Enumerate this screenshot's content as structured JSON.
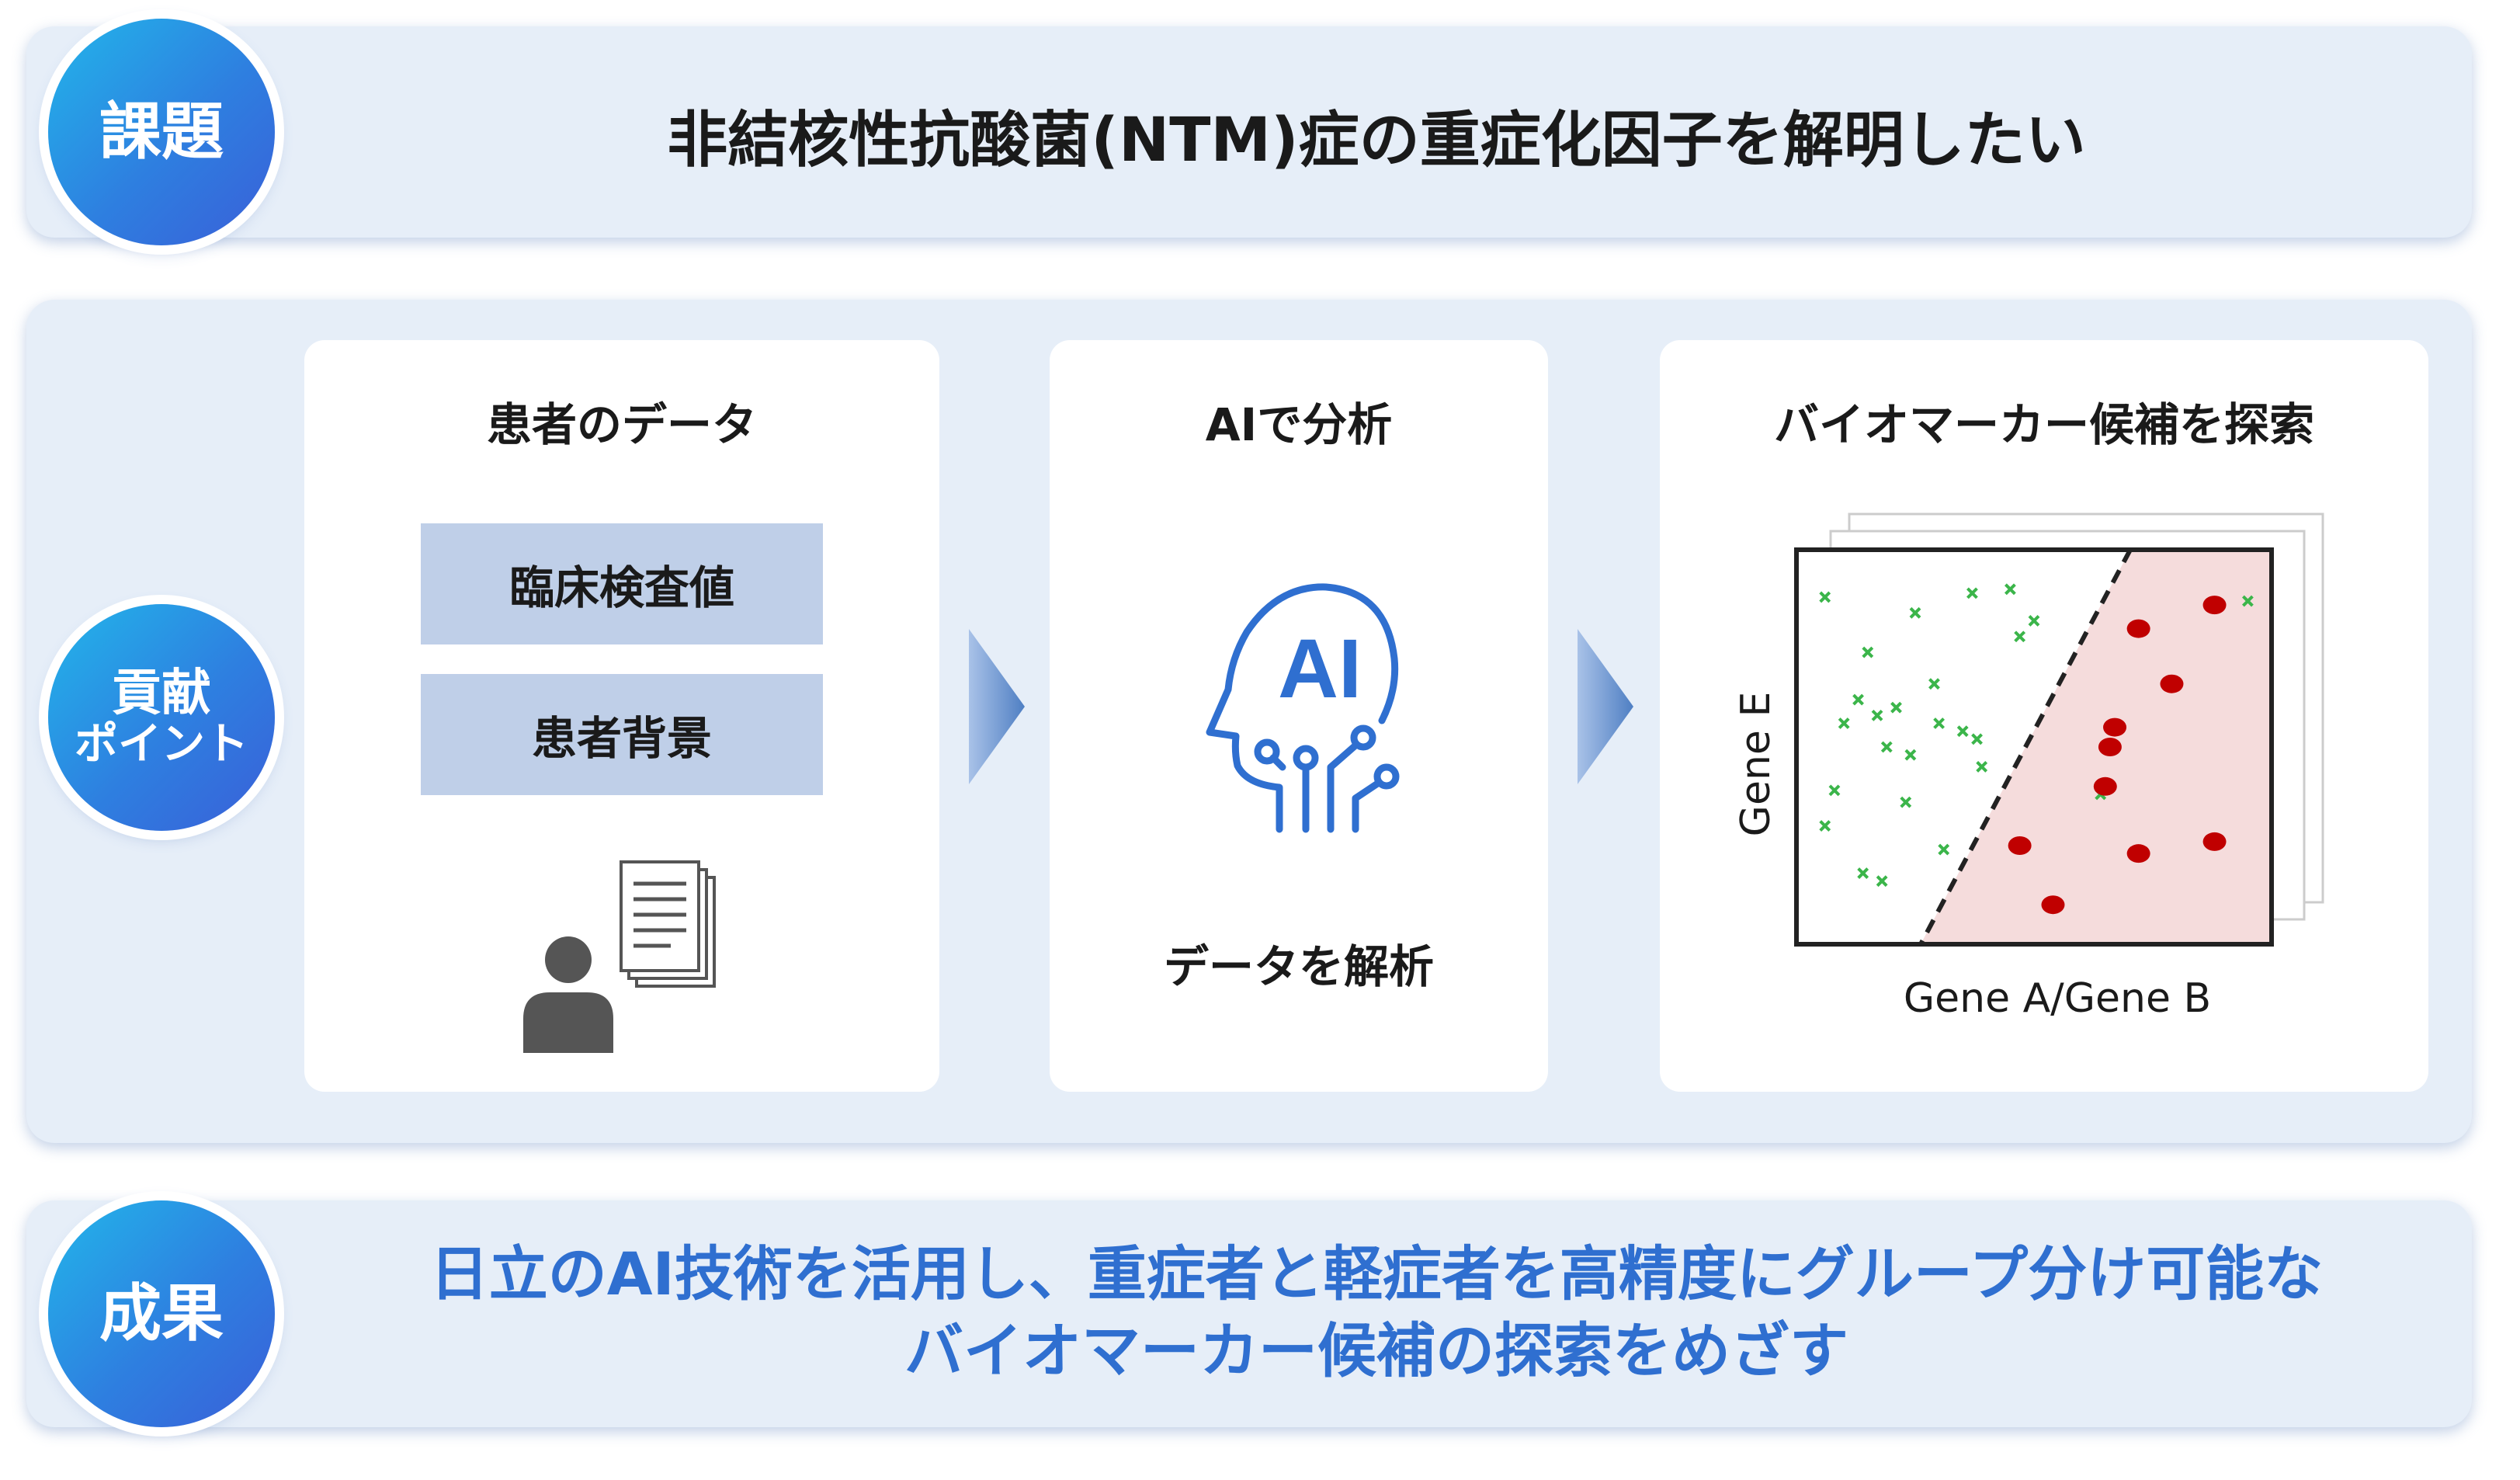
{
  "challenge": {
    "badge": "課題",
    "text": "非結核性抗酸菌(NTM)症の重症化因子を解明したい"
  },
  "contribution": {
    "badge_line1": "貢献",
    "badge_line2": "ポイント",
    "cards": [
      {
        "title": "患者のデータ",
        "items": [
          "臨床検査値",
          "患者背景"
        ],
        "icon": "person-with-documents-icon"
      },
      {
        "title": "AIで分析",
        "icon_text": "AI",
        "caption": "データを解析",
        "icon": "ai-head-icon"
      },
      {
        "title": "バイオマーカー候補を探索",
        "icon": "scatter-plot-icon"
      }
    ]
  },
  "result": {
    "badge": "成果",
    "line1": "日立のAI技術を活用し、重症者と軽症者を高精度にグループ分け可能な",
    "line2": "バイオマーカー候補の探索をめざす"
  },
  "chart_data": {
    "type": "scatter",
    "xlabel": "Gene A/Gene B",
    "ylabel": "Gene E",
    "colors": {
      "group_x": "#3bb54a",
      "group_dot": "#c00000",
      "region": "#f5dcdc"
    },
    "series": [
      {
        "marker": "x",
        "points": [
          [
            0.06,
            0.88
          ],
          [
            0.25,
            0.84
          ],
          [
            0.15,
            0.74
          ],
          [
            0.29,
            0.66
          ],
          [
            0.37,
            0.89
          ],
          [
            0.45,
            0.9
          ],
          [
            0.47,
            0.78
          ],
          [
            0.5,
            0.82
          ],
          [
            0.13,
            0.62
          ],
          [
            0.21,
            0.6
          ],
          [
            0.17,
            0.58
          ],
          [
            0.3,
            0.56
          ],
          [
            0.35,
            0.54
          ],
          [
            0.19,
            0.5
          ],
          [
            0.24,
            0.48
          ],
          [
            0.38,
            0.52
          ],
          [
            0.1,
            0.56
          ],
          [
            0.39,
            0.45
          ],
          [
            0.08,
            0.39
          ],
          [
            0.23,
            0.36
          ],
          [
            0.06,
            0.3
          ],
          [
            0.31,
            0.24
          ],
          [
            0.14,
            0.18
          ],
          [
            0.18,
            0.16
          ],
          [
            0.64,
            0.38
          ],
          [
            0.95,
            0.87
          ]
        ]
      },
      {
        "marker": "dot",
        "points": [
          [
            0.72,
            0.8
          ],
          [
            0.88,
            0.86
          ],
          [
            0.79,
            0.66
          ],
          [
            0.67,
            0.55
          ],
          [
            0.66,
            0.5
          ],
          [
            0.65,
            0.4
          ],
          [
            0.47,
            0.25
          ],
          [
            0.72,
            0.23
          ],
          [
            0.88,
            0.26
          ],
          [
            0.54,
            0.1
          ]
        ]
      }
    ]
  },
  "colors": {
    "panel": "#e6eef8",
    "box": "#bfcfe8",
    "accent": "#2f6fd0",
    "arrow": "#5b86c5"
  }
}
